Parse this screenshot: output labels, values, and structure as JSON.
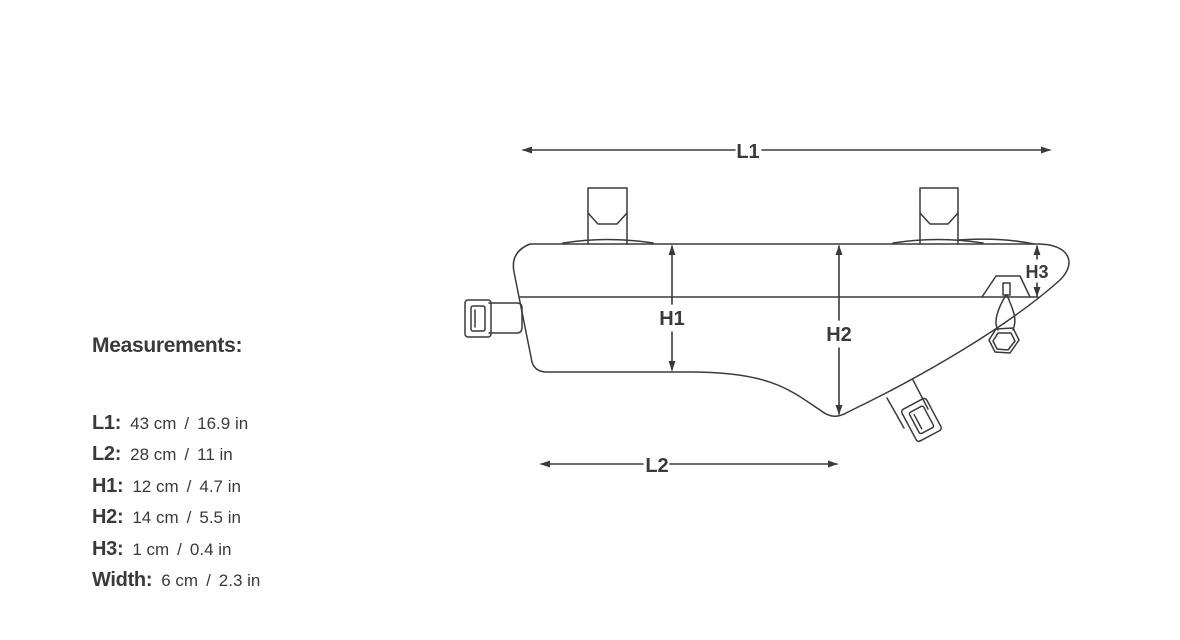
{
  "measurements": {
    "heading": "Measurements:",
    "rows": [
      {
        "key": "L1:",
        "metric": "43 cm",
        "imperial": "16.9 in"
      },
      {
        "key": "L2:",
        "metric": "28 cm",
        "imperial": "11 in"
      },
      {
        "key": "H1:",
        "metric": "12 cm",
        "imperial": "4.7 in"
      },
      {
        "key": "H2:",
        "metric": "14 cm",
        "imperial": "5.5 in"
      },
      {
        "key": "H3:",
        "metric": "1 cm",
        "imperial": "0.4 in"
      },
      {
        "key": "Width:",
        "metric": "6 cm",
        "imperial": "2.3 in"
      }
    ],
    "separator": "/"
  },
  "diagram": {
    "labels": {
      "l1": "L1",
      "l2": "L2",
      "h1": "H1",
      "h2": "H2",
      "h3": "H3"
    }
  },
  "colors": {
    "line": "#3a3a3a",
    "text": "#3a3a3a",
    "background": "#ffffff"
  }
}
